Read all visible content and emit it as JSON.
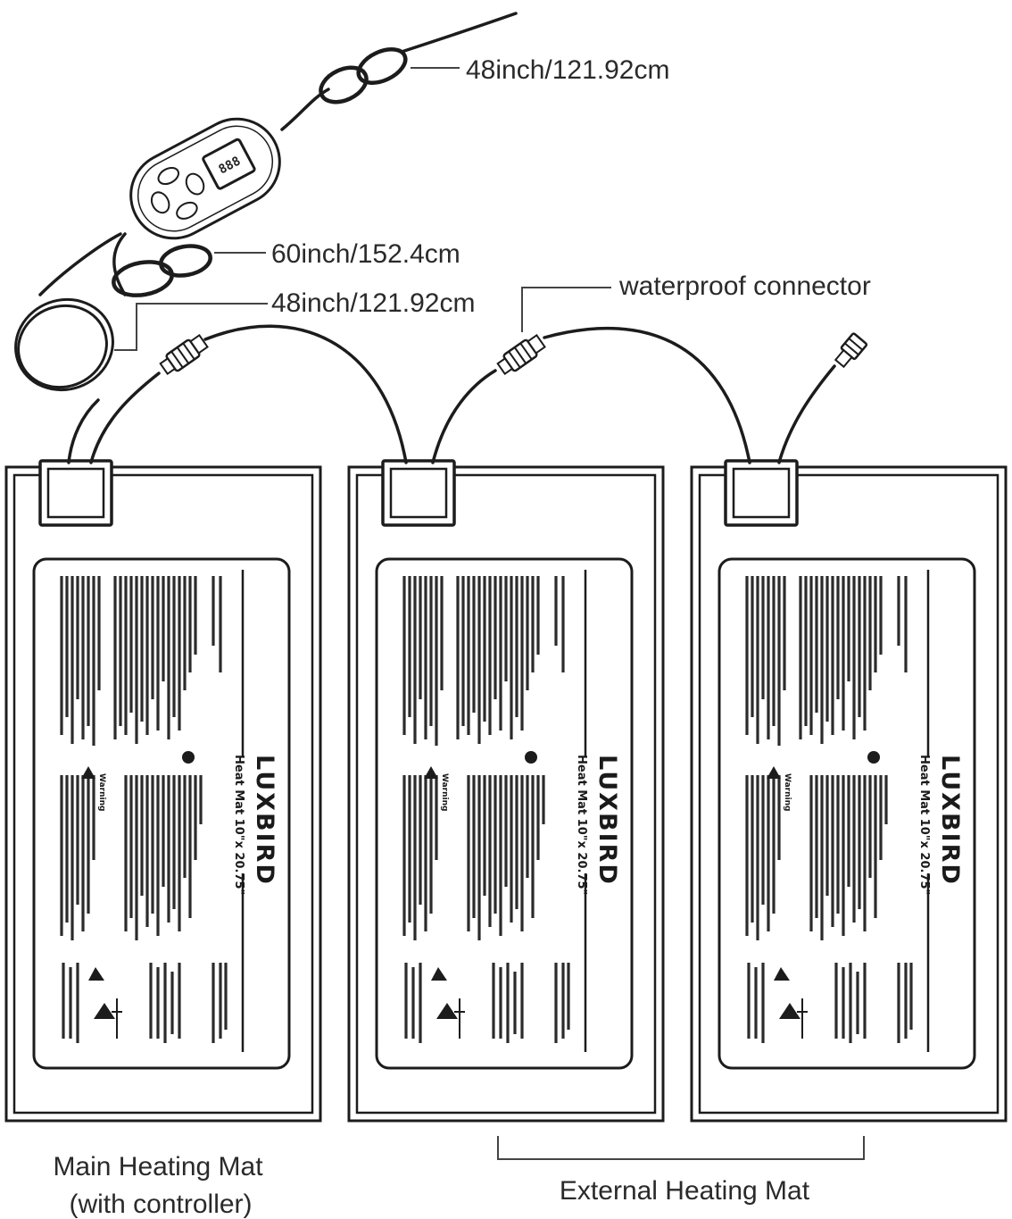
{
  "callouts": {
    "controller_cable": "48inch/121.92cm",
    "sensor_cable": "60inch/152.4cm",
    "mat_cable": "48inch/121.92cm",
    "connector": "waterproof connector"
  },
  "mat_label": {
    "brand": "LUXBIRD",
    "product": "Heat Mat 10\"x 20.75\"",
    "warning": "Warning"
  },
  "controller": {
    "display": "888"
  },
  "captions": {
    "main_line1": "Main Heating Mat",
    "main_line2": "(with controller)",
    "external": "External Heating Mat"
  },
  "colors": {
    "ink": "#1c1c1c",
    "paper": "#ffffff",
    "text": "#2a2a2a"
  }
}
